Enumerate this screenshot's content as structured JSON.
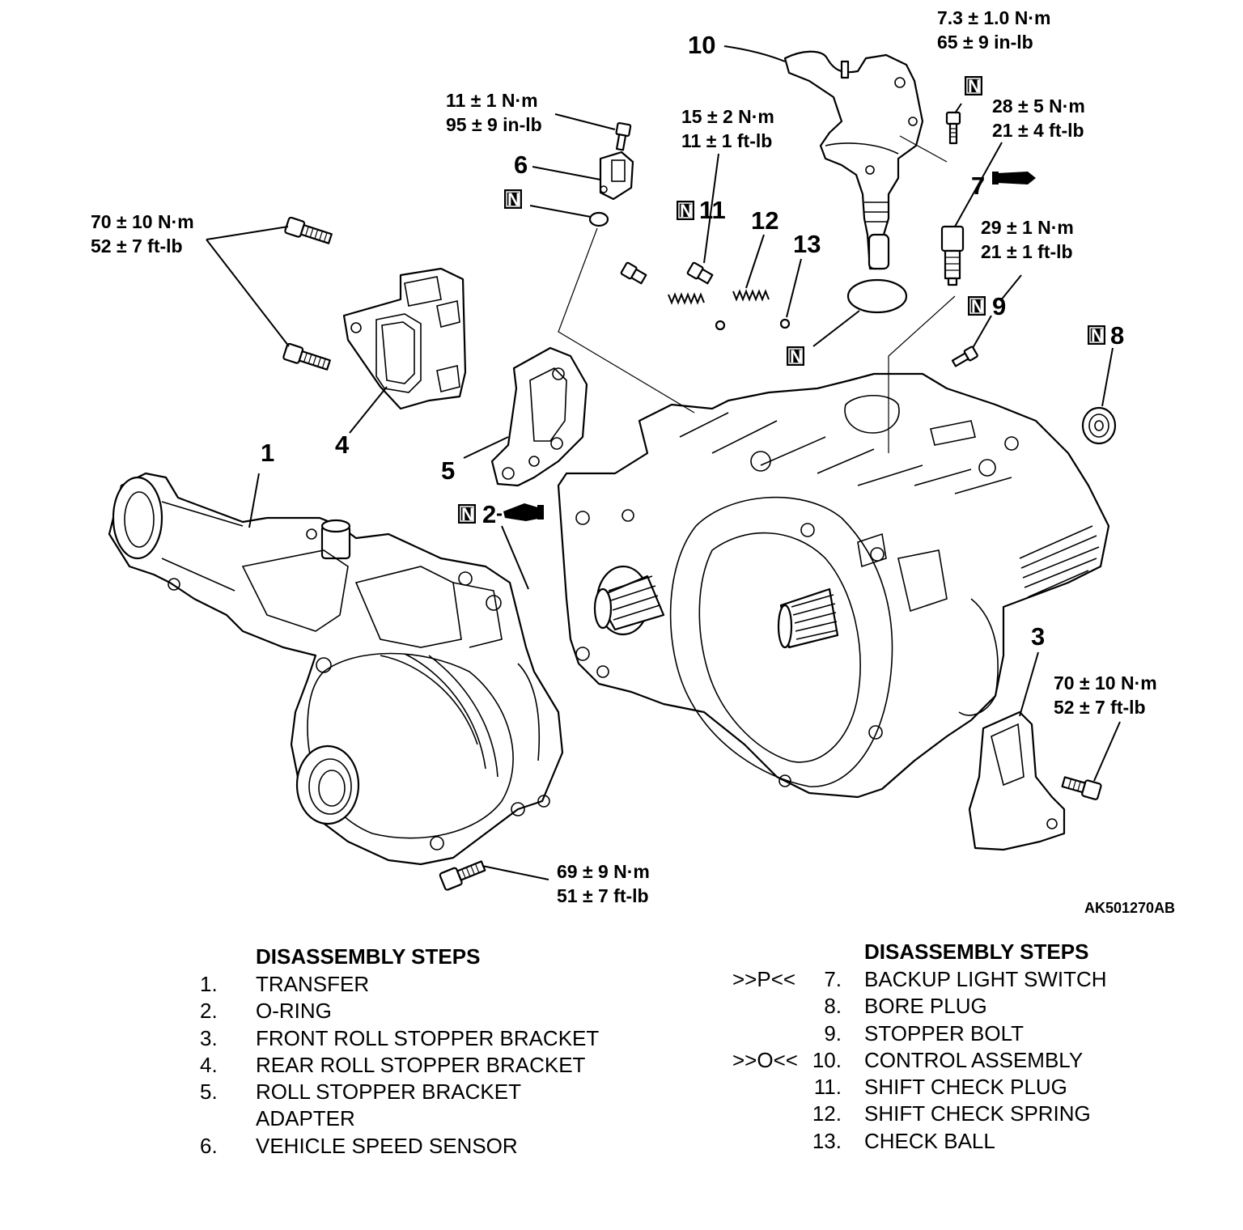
{
  "figure_id": "AK501270AB",
  "callouts": {
    "c1": "1",
    "c2": "2",
    "c3": "3",
    "c4": "4",
    "c5": "5",
    "c6": "6",
    "c7": "7",
    "c8": "8",
    "c9": "9",
    "c10": "10",
    "c11": "11",
    "c12": "12",
    "c13": "13"
  },
  "n_mark": "N",
  "torques": {
    "t_control_bolt": [
      "7.3 ± 1.0 N·m",
      "65 ± 9 in-lb"
    ],
    "t_backup_switch": [
      "28 ± 5 N·m",
      "21 ± 4 ft-lb"
    ],
    "t_stopper_bolt": [
      "29 ± 1 N·m",
      "21 ± 1 ft-lb"
    ],
    "t_speed_sensor": [
      "11 ± 1 N·m",
      "95 ± 9 in-lb"
    ],
    "t_shift_plug": [
      "15 ± 2 N·m",
      "11 ± 1 ft-lb"
    ],
    "t_rear_bracket": [
      "70 ± 10 N·m",
      "52 ± 7 ft-lb"
    ],
    "t_front_bracket": [
      "70 ± 10 N·m",
      "52 ± 7 ft-lb"
    ],
    "t_transfer": [
      "69 ± 9 N·m",
      "51 ± 7 ft-lb"
    ]
  },
  "steps_left": {
    "header": "DISASSEMBLY STEPS",
    "items": [
      {
        "num": "1.",
        "text": "TRANSFER"
      },
      {
        "num": "2.",
        "text": "O-RING"
      },
      {
        "num": "3.",
        "text": "FRONT ROLL STOPPER BRACKET"
      },
      {
        "num": "4.",
        "text": "REAR ROLL STOPPER BRACKET"
      },
      {
        "num": "5.",
        "text": "ROLL STOPPER BRACKET"
      },
      {
        "num": "",
        "text": "ADAPTER"
      },
      {
        "num": "6.",
        "text": "VEHICLE SPEED SENSOR"
      }
    ]
  },
  "steps_right": {
    "header": "DISASSEMBLY STEPS",
    "items": [
      {
        "mark": ">>P<<",
        "num": "7.",
        "text": "BACKUP LIGHT SWITCH"
      },
      {
        "mark": "",
        "num": "8.",
        "text": "BORE PLUG"
      },
      {
        "mark": "",
        "num": "9.",
        "text": "STOPPER BOLT"
      },
      {
        "mark": ">>O<<",
        "num": "10.",
        "text": "CONTROL ASSEMBLY"
      },
      {
        "mark": "",
        "num": "11.",
        "text": "SHIFT CHECK PLUG"
      },
      {
        "mark": "",
        "num": "12.",
        "text": "SHIFT CHECK SPRING"
      },
      {
        "mark": "",
        "num": "13.",
        "text": "CHECK BALL"
      }
    ]
  }
}
